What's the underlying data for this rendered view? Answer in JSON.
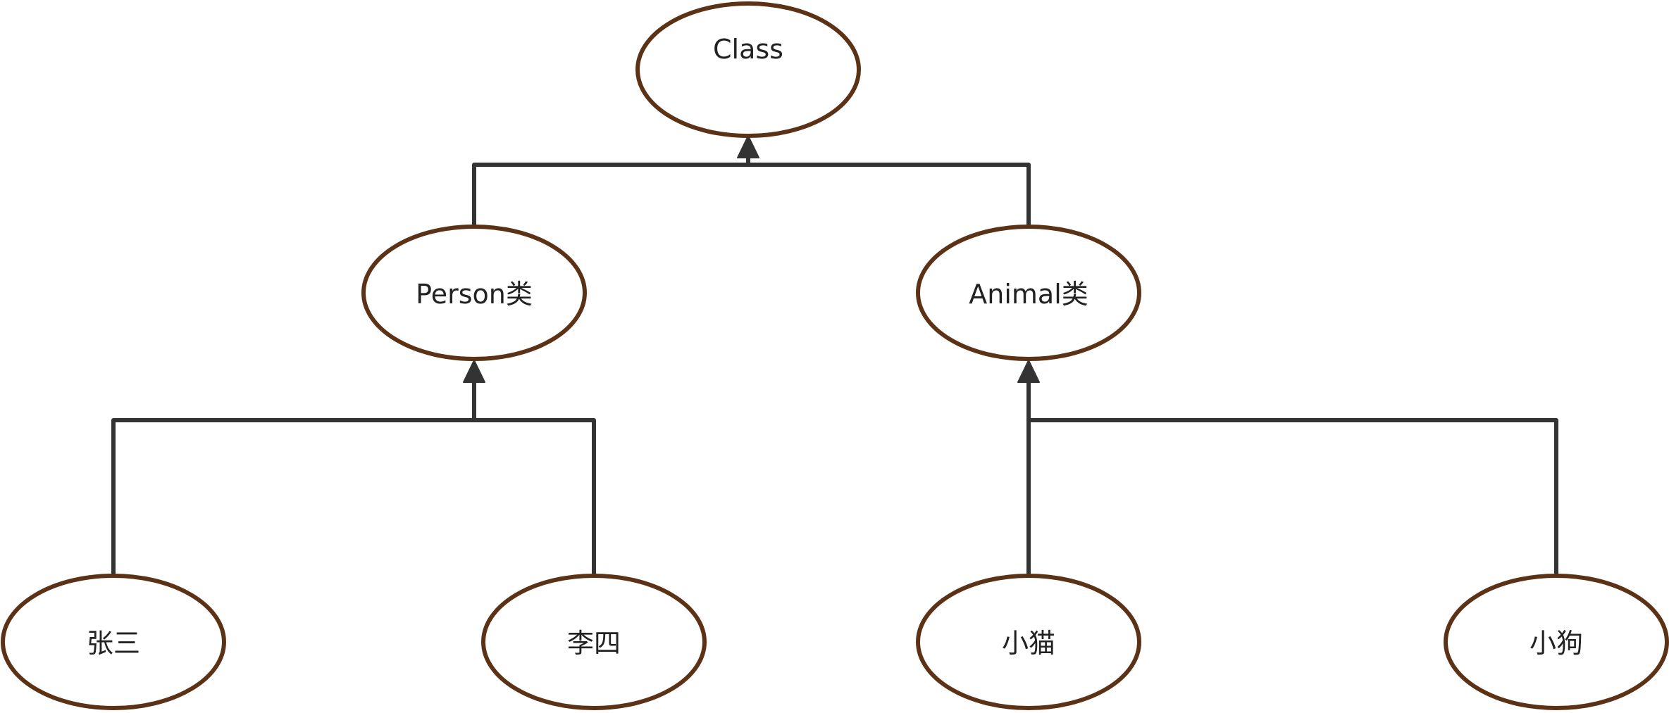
{
  "nodes": {
    "class": {
      "label": "Class"
    },
    "person": {
      "label": "Person类"
    },
    "animal": {
      "label": "Animal类"
    },
    "zhangsan": {
      "label": "张三"
    },
    "lisi": {
      "label": "李四"
    },
    "cat": {
      "label": "小猫"
    },
    "dog": {
      "label": "小狗"
    }
  },
  "edges": [
    {
      "from": "person",
      "to": "class"
    },
    {
      "from": "animal",
      "to": "class"
    },
    {
      "from": "zhangsan",
      "to": "person"
    },
    {
      "from": "lisi",
      "to": "person"
    },
    {
      "from": "cat",
      "to": "animal"
    },
    {
      "from": "dog",
      "to": "animal"
    }
  ],
  "colors": {
    "node_stroke": "#5c3217",
    "edge_stroke": "#333333",
    "text": "#222222",
    "background": "#ffffff"
  }
}
